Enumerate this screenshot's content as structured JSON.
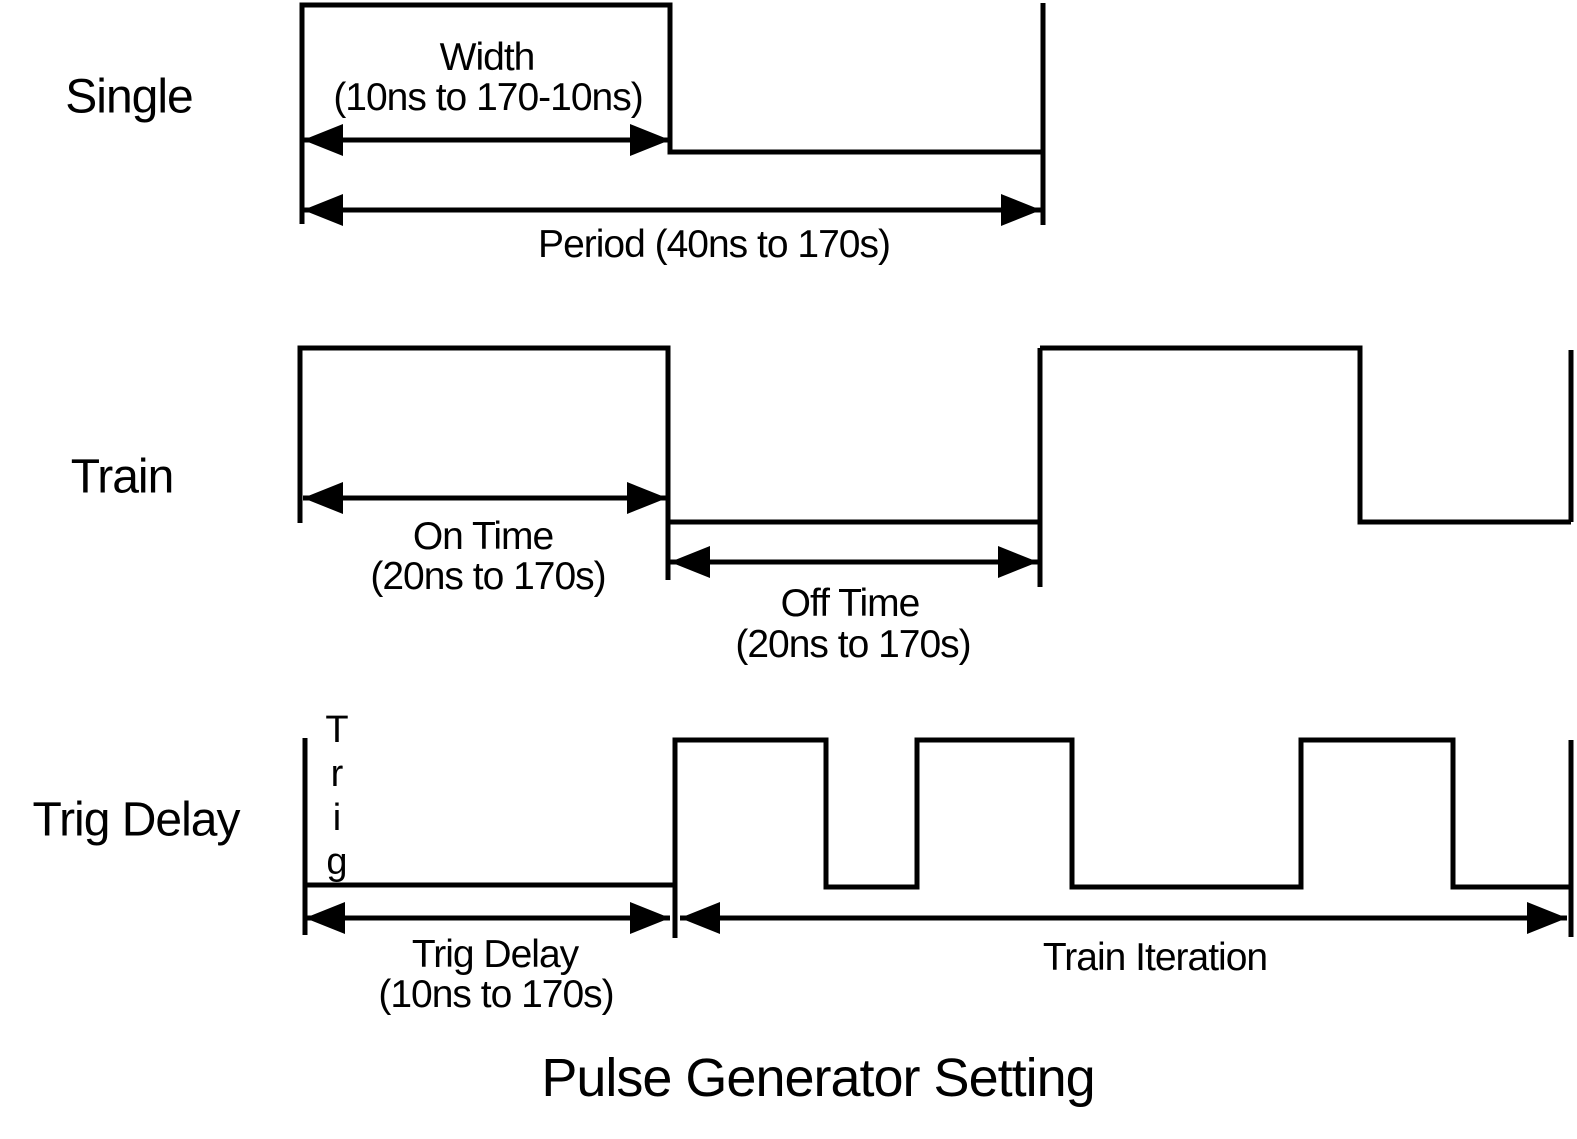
{
  "title": "Pulse Generator Setting",
  "colors": {
    "line": "#000000",
    "text": "#000000",
    "background": "#ffffff"
  },
  "rows": {
    "single": {
      "label": "Single",
      "width_label": "Width",
      "width_range": "(10ns to 170-10ns)",
      "period_label": "Period (40ns to 170s)"
    },
    "train": {
      "label": "Train",
      "on_time_label": "On Time",
      "on_time_range": "(20ns to 170s)",
      "off_time_label": "Off Time",
      "off_time_range": "(20ns to 170s)"
    },
    "trig_delay": {
      "label": "Trig Delay",
      "trig_vertical": [
        "T",
        "r",
        "i",
        "g"
      ],
      "trig_delay_label": "Trig Delay",
      "trig_delay_range": "(10ns to 170s)",
      "train_iteration_label": "Train Iteration"
    }
  }
}
